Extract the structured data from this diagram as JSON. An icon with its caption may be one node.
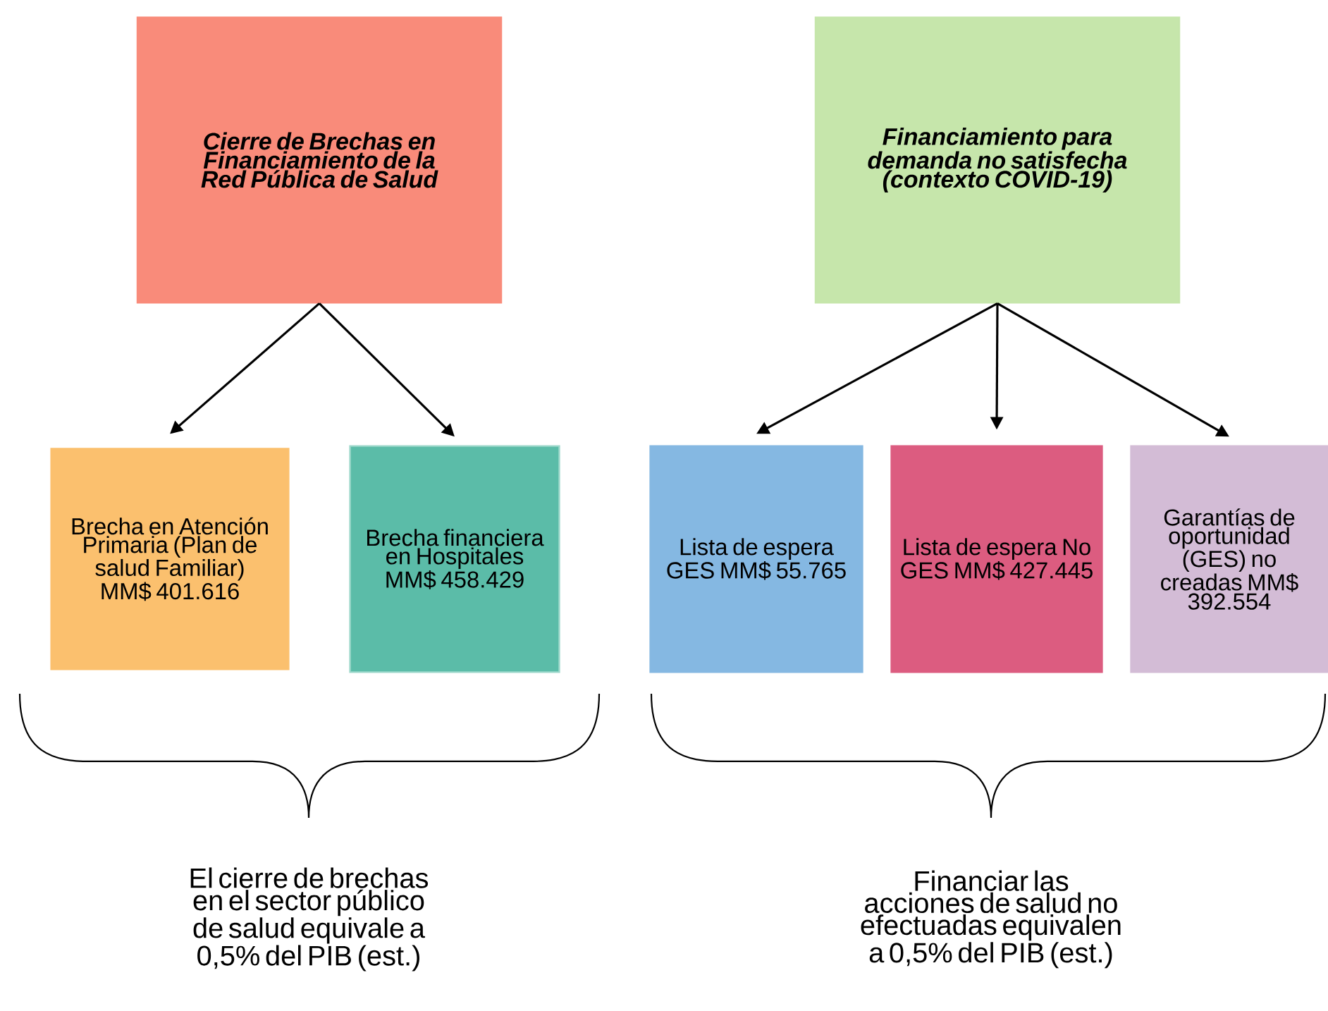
{
  "diagram": {
    "nodes": [
      {
        "text": [
          "Cierre de Brechas en Financiamiento de la Red Pública de Salud"
        ]
      },
      {
        "text": [
          "Financiamiento para demanda no satisfecha (contexto COVID-19)"
        ]
      },
      {
        "text": [
          "Brecha en Atención Primaria (Plan de salud Familiar) MM$ 401.616"
        ]
      },
      {
        "text": [
          "Brecha financiera en Hospitales MM$ 458.429"
        ]
      },
      {
        "text": [
          "Lista de espera GES MM$ 55.765"
        ]
      },
      {
        "text": [
          "Lista de espera No GES MM$ 427.445"
        ]
      },
      {
        "text": [
          "Garantías de oportunidad (GES) no creadas MM$ 392.554"
        ]
      }
    ],
    "edges": [
      {
        "from": 0,
        "to": 2,
        "arrow": "to"
      },
      {
        "from": 0,
        "to": 3,
        "arrow": "to"
      },
      {
        "from": 1,
        "to": 4,
        "arrow": "to"
      },
      {
        "from": 1,
        "to": 5,
        "arrow": "to"
      },
      {
        "from": 1,
        "to": 6,
        "arrow": "to"
      }
    ],
    "labels": [
      "El cierre de brechas en el sector público de salud equivale a 0,5% del PIB (est.)",
      "Financiar las acciones de salud no efectuadas equivalen a 0,5% del PIB (est.)"
    ]
  }
}
